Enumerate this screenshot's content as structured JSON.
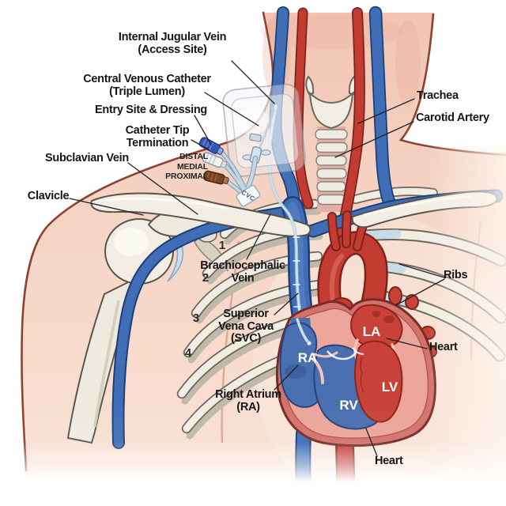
{
  "figure": {
    "subject": "Central venous catheter placement anatomy illustration",
    "labels": {
      "internal_jugular": {
        "line1": "Internal Jugular Vein",
        "line2": "(Access Site)"
      },
      "central_venous": {
        "line1": "Central Venous Catheter",
        "line2": "(Triple Lumen)"
      },
      "entry_site": "Entry Site & Dressing",
      "catheter_tip": {
        "line1": "Catheter Tip",
        "line2": "Termination"
      },
      "subclavian": "Subclavian Vein",
      "clavicle": "Clavicle",
      "trachea": "Trachea",
      "carotid": "Carotid Artery",
      "brachiocephalic": {
        "line1": "Brachiocephalic",
        "line2": "Vein"
      },
      "svc": {
        "line1": "Superior",
        "line2": "Vena Cava",
        "line3": "(SVC)"
      },
      "right_atrium": {
        "line1": "Right Atrium",
        "line2": "(RA)"
      },
      "ribs": "Ribs",
      "heart_right": "Heart",
      "heart_bottom": "Heart"
    },
    "lumen_ports": {
      "distal": "DISTAL",
      "medial": "MEDIAL",
      "proximal": "PROXIMAL"
    },
    "catheter_tag": "CVC",
    "rib_numbers": [
      "1",
      "2",
      "3",
      "4"
    ],
    "chambers": {
      "ra": "RA",
      "rv": "RV",
      "la": "LA",
      "lv": "LV"
    },
    "colors": {
      "vein_blue": "#3f6db6",
      "vein_outline": "#1d3f74",
      "artery_red": "#c43c31",
      "artery_outline": "#7d231d",
      "skin": "#f5d2c2",
      "skin_outline": "#8e4233",
      "bone": "#f1ede3",
      "bone_outline": "#6b665a",
      "heart_wall": "#d2736a",
      "chamber_blue": "#4a6fb0",
      "chamber_red": "#c8423a",
      "distal_hub": "#3558b8",
      "medial_hub": "#eef0f2",
      "proximal_hub": "#7b4426",
      "catheter": "#c3d6e4",
      "label_text": "#161616"
    }
  }
}
